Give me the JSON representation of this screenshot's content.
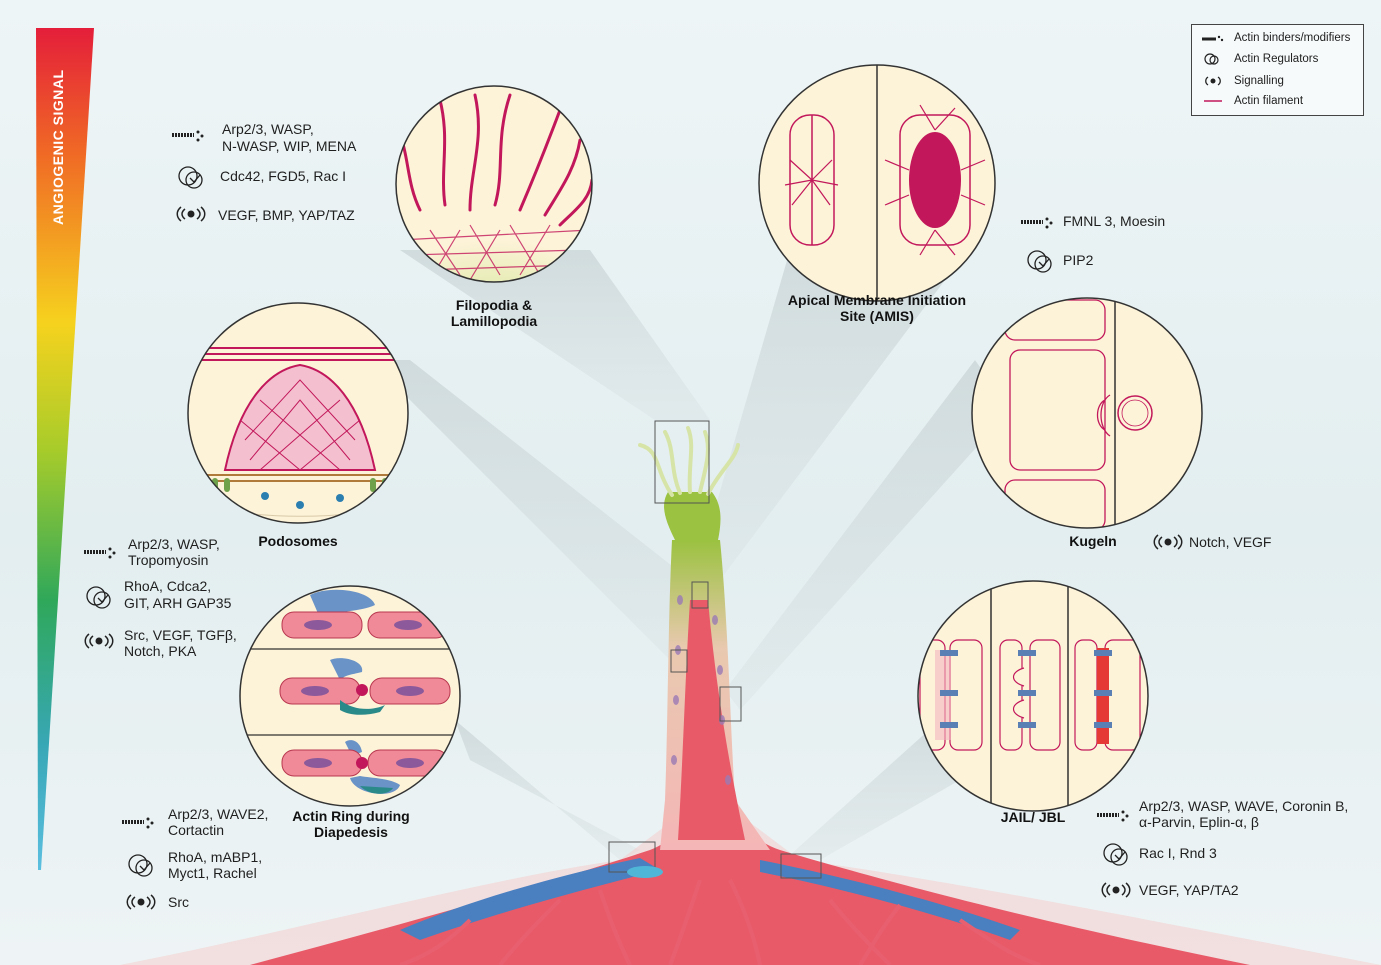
{
  "colors": {
    "actin": "#c2185b",
    "vessel": "#e05060",
    "cytoplasm": "#fdf3d8",
    "pericyte_blue": "#4a7fc0",
    "sprout_green": "#8fc04a"
  },
  "gradient": {
    "label": "ANGIOGENIC SIGNAL"
  },
  "legend": [
    {
      "icon": "actin-binder-icon",
      "label": "Actin binders/modifiers"
    },
    {
      "icon": "actin-regulator-icon",
      "label": "Actin Regulators"
    },
    {
      "icon": "signalling-icon",
      "label": "Signalling"
    },
    {
      "icon": "actin-filament-icon",
      "label": "Actin filament"
    }
  ],
  "structures": {
    "filopodia": {
      "title1": "Filopodia &",
      "title2": "Lamillopodia",
      "binders1": "Arp2/3, WASP,",
      "binders2": "N-WASP, WIP, MENA",
      "regulators": "Cdc42, FGD5, Rac I",
      "signalling": "VEGF, BMP, YAP/TAZ"
    },
    "amis": {
      "title1": "Apical Membrane Initiation",
      "title2": "Site (AMIS)",
      "binders": "FMNL 3, Moesin",
      "regulators": "PIP2"
    },
    "podosomes": {
      "title": "Podosomes",
      "binders1": "Arp2/3, WASP,",
      "binders2": "Tropomyosin",
      "regulators1": "RhoA, Cdca2,",
      "regulators2": "GIT, ARH GAP35",
      "signalling1": "Src, VEGF, TGFβ,",
      "signalling2": "Notch, PKA"
    },
    "kugeln": {
      "title": "Kugeln",
      "signalling": "Notch, VEGF"
    },
    "diapedesis": {
      "title1": "Actin Ring during",
      "title2": "Diapedesis",
      "binders1": "Arp2/3, WAVE2,",
      "binders2": "Cortactin",
      "regulators1": "RhoA, mABP1,",
      "regulators2": "Myct1, Rachel",
      "signalling": "Src"
    },
    "jail": {
      "title": "JAIL/ JBL",
      "binders1": "Arp2/3, WASP, WAVE, Coronin B,",
      "binders2": "α-Parvin, Eplin-α, β",
      "regulators": "Rac I, Rnd 3",
      "signalling": "VEGF, YAP/TA2"
    }
  }
}
